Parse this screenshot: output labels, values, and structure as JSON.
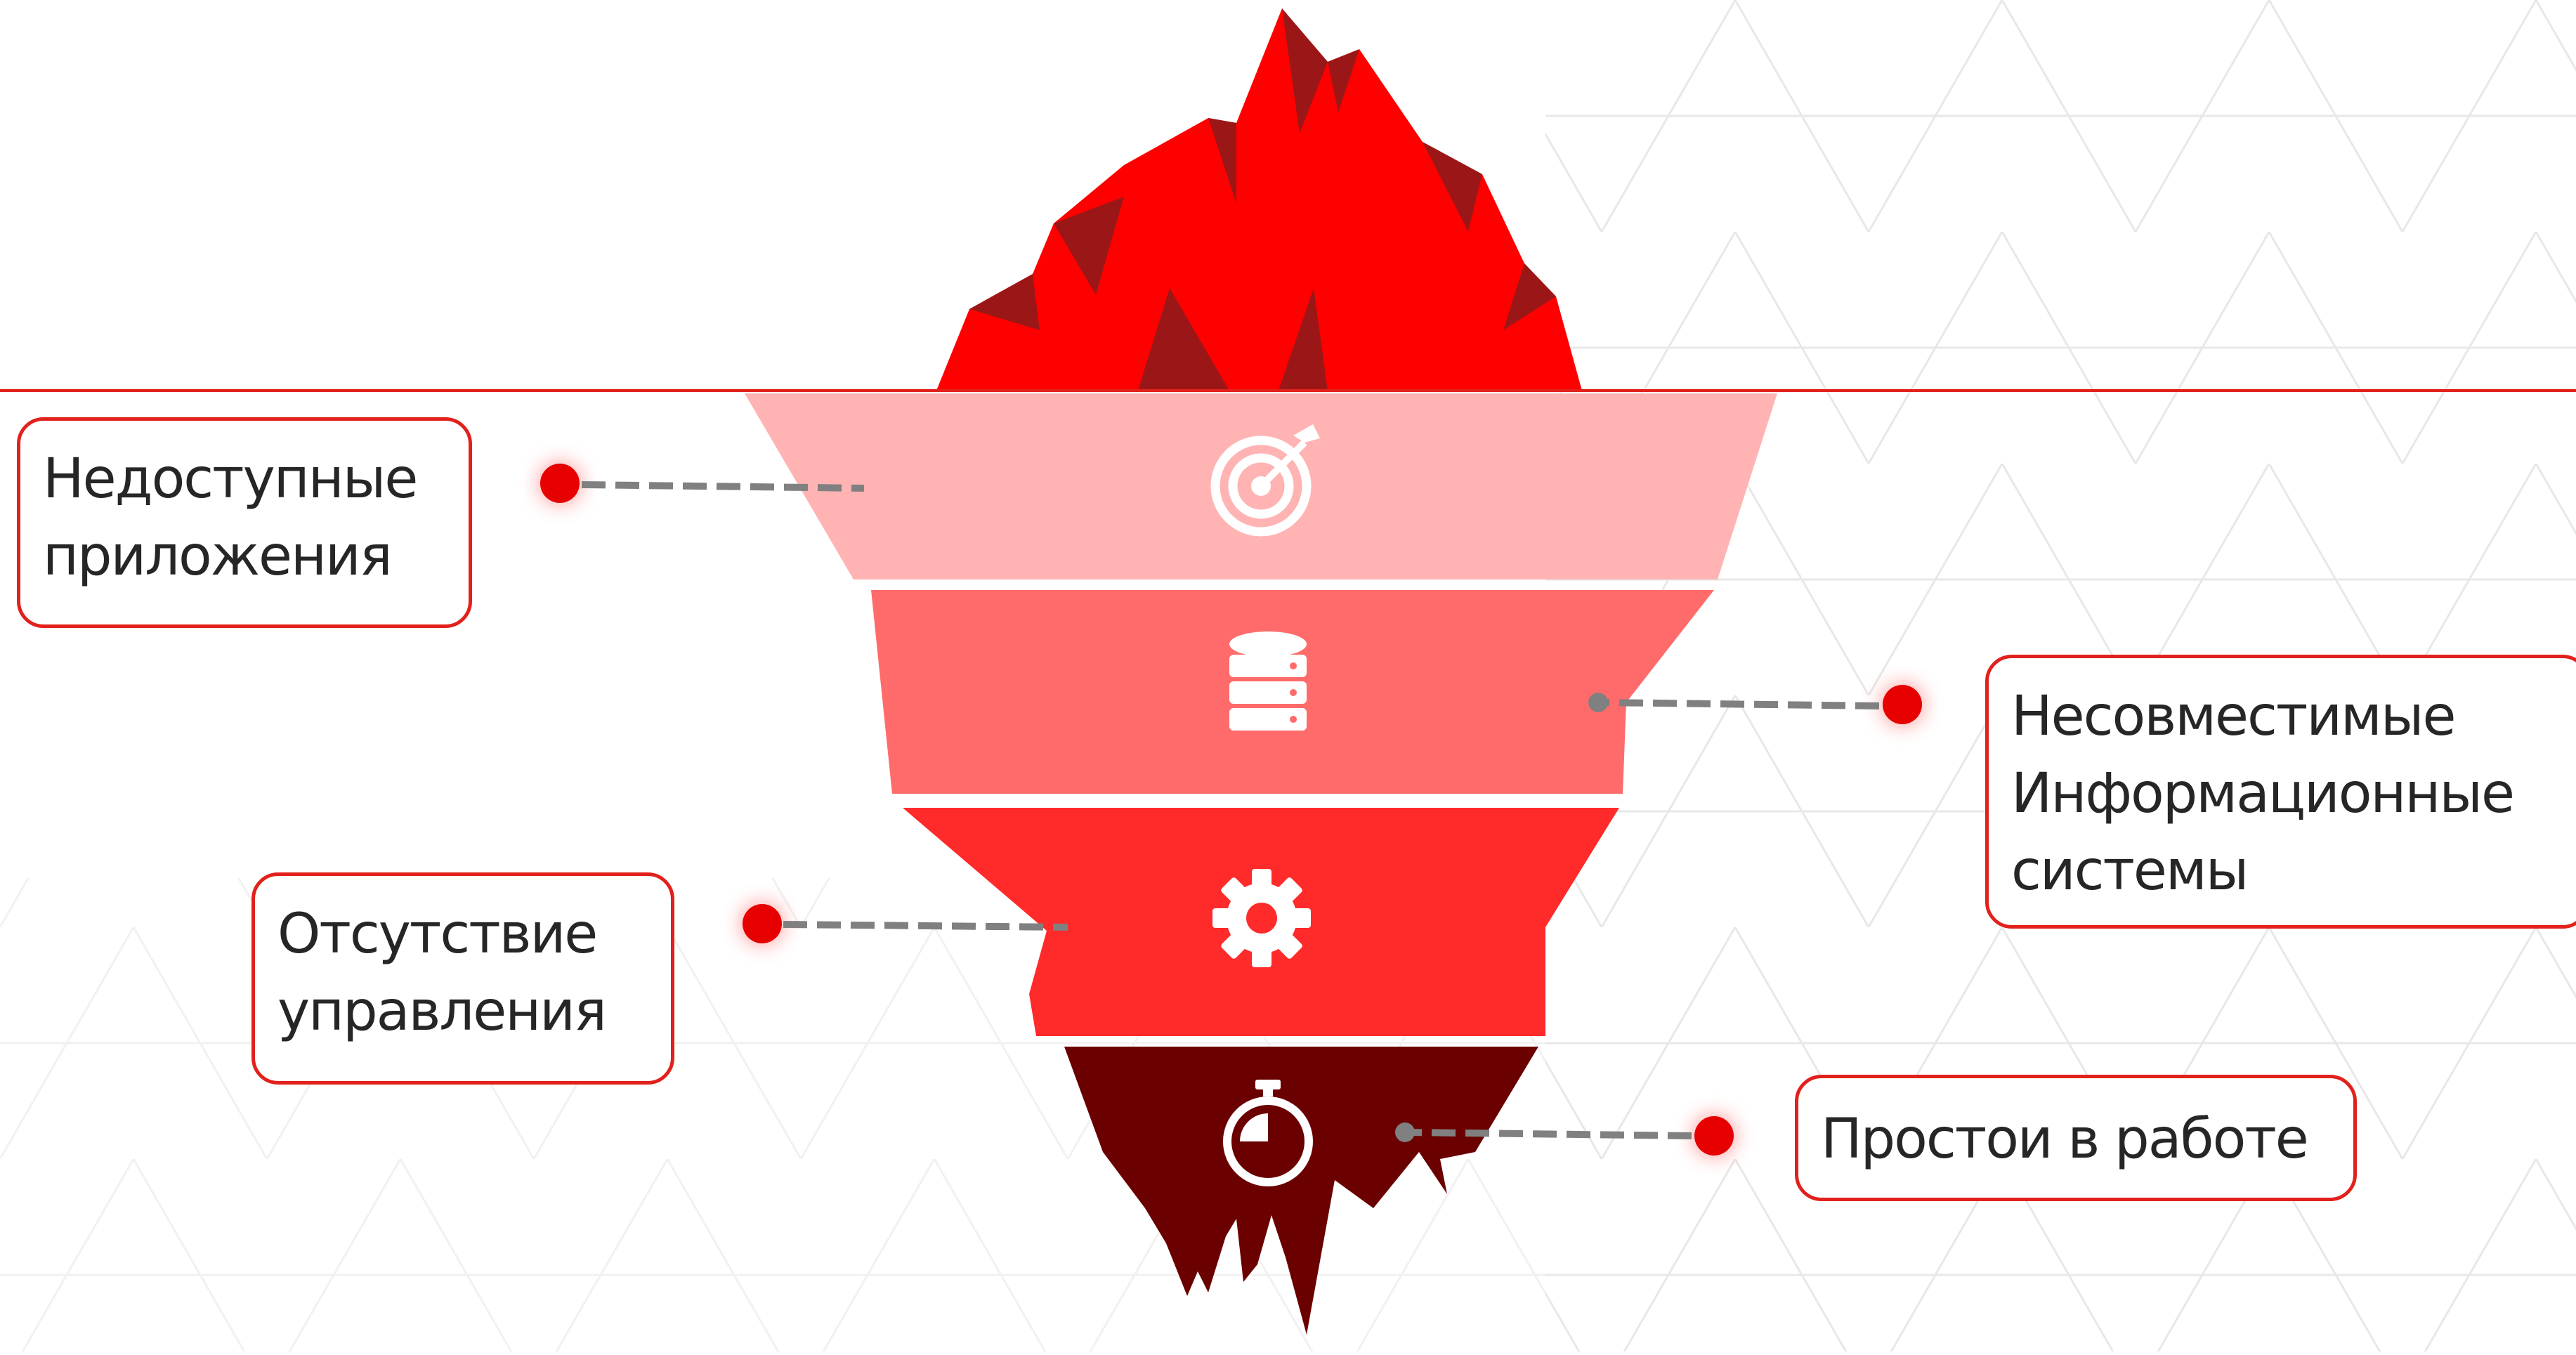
{
  "colors": {
    "accent": "#e2211c",
    "tip": "#ff0000",
    "tip_shade": "#9b1717",
    "layer_1": "#ffb3b3",
    "layer_2": "#ff6b6b",
    "layer_3": "#ff2a2a",
    "layer_4": "#6b0000",
    "connector": "#808080",
    "dot": "#e60000"
  },
  "layers": [
    {
      "icon": "target-icon"
    },
    {
      "icon": "database-icon"
    },
    {
      "icon": "gear-icon"
    },
    {
      "icon": "stopwatch-icon"
    }
  ],
  "callouts": {
    "apps": "Недоступные\nприложения",
    "systems": "Несовместимые\nИнформационные\nсистемы",
    "management": "Отсутствие\nуправления",
    "downtime": "Простои в работе"
  }
}
